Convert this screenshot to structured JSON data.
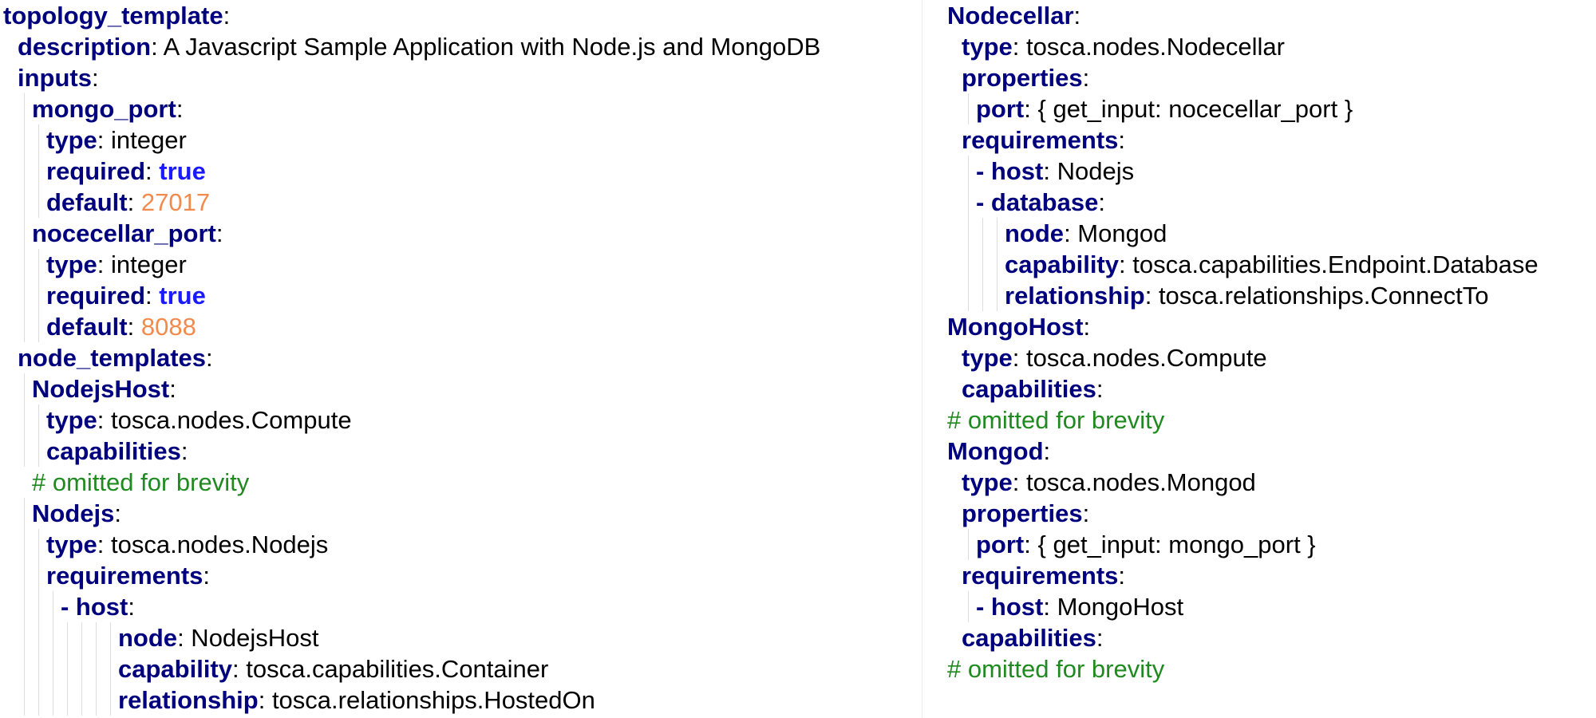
{
  "left_lines": [
    {
      "indent": 0,
      "key": "topology_template",
      "colon": ":"
    },
    {
      "indent": 1,
      "key": "description",
      "colon": ":",
      "value": " A Javascript Sample Application with Node.js and MongoDB"
    },
    {
      "indent": 1,
      "key": "inputs",
      "colon": ":"
    },
    {
      "indent": 2,
      "key": "mongo_port",
      "colon": ":"
    },
    {
      "indent": 3,
      "key": "type",
      "colon": ":",
      "value": " integer"
    },
    {
      "indent": 3,
      "key": "required",
      "colon": ":",
      "value": " true",
      "vtype": "bool"
    },
    {
      "indent": 3,
      "key": "default",
      "colon": ":",
      "value": " 27017",
      "vtype": "num"
    },
    {
      "indent": 2,
      "key": "nocecellar_port",
      "colon": ":"
    },
    {
      "indent": 3,
      "key": "type",
      "colon": ":",
      "value": " integer"
    },
    {
      "indent": 3,
      "key": "required",
      "colon": ":",
      "value": " true",
      "vtype": "bool"
    },
    {
      "indent": 3,
      "key": "default",
      "colon": ":",
      "value": " 8088",
      "vtype": "num"
    },
    {
      "indent": 1,
      "key": "node_templates",
      "colon": ":"
    },
    {
      "indent": 2,
      "key": "NodejsHost",
      "colon": ":"
    },
    {
      "indent": 3,
      "key": "type",
      "colon": ":",
      "value": " tosca.nodes.Compute"
    },
    {
      "indent": 3,
      "key": "capabilities",
      "colon": ":"
    },
    {
      "indent": 2,
      "comment": "# omitted for brevity"
    },
    {
      "indent": 2,
      "key": "Nodejs",
      "colon": ":"
    },
    {
      "indent": 3,
      "key": "type",
      "colon": ":",
      "value": " tosca.nodes.Nodejs"
    },
    {
      "indent": 3,
      "key": "requirements",
      "colon": ":"
    },
    {
      "indent": 4,
      "key": "- host",
      "colon": ":"
    },
    {
      "indent": 8,
      "key": "node",
      "colon": ":",
      "value": " NodejsHost"
    },
    {
      "indent": 8,
      "key": "capability",
      "colon": ":",
      "value": " tosca.capabilities.Container"
    },
    {
      "indent": 8,
      "key": "relationship",
      "colon": ":",
      "value": " tosca.relationships.HostedOn"
    }
  ],
  "right_lines": [
    {
      "indent": 0,
      "key": "Nodecellar",
      "colon": ":"
    },
    {
      "indent": 1,
      "key": "type",
      "colon": ":",
      "value": " tosca.nodes.Nodecellar"
    },
    {
      "indent": 1,
      "key": "properties",
      "colon": ":"
    },
    {
      "indent": 2,
      "key": "port",
      "colon": ":",
      "value": " { get_input: nocecellar_port }"
    },
    {
      "indent": 1,
      "key": "requirements",
      "colon": ":"
    },
    {
      "indent": 2,
      "key": "- host",
      "colon": ":",
      "value": " Nodejs"
    },
    {
      "indent": 2,
      "key": "- database",
      "colon": ":"
    },
    {
      "indent": 4,
      "key": "node",
      "colon": ":",
      "value": " Mongod"
    },
    {
      "indent": 4,
      "key": "capability",
      "colon": ":",
      "value": " tosca.capabilities.Endpoint.Database"
    },
    {
      "indent": 4,
      "key": "relationship",
      "colon": ":",
      "value": " tosca.relationships.ConnectTo"
    },
    {
      "indent": 0,
      "key": "MongoHost",
      "colon": ":"
    },
    {
      "indent": 1,
      "key": "type",
      "colon": ":",
      "value": " tosca.nodes.Compute"
    },
    {
      "indent": 1,
      "key": "capabilities",
      "colon": ":"
    },
    {
      "indent": 0,
      "comment": "# omitted for brevity"
    },
    {
      "indent": 0,
      "key": "Mongod",
      "colon": ":"
    },
    {
      "indent": 1,
      "key": "type",
      "colon": ":",
      "value": " tosca.nodes.Mongod"
    },
    {
      "indent": 1,
      "key": "properties",
      "colon": ":"
    },
    {
      "indent": 2,
      "key": "port",
      "colon": ":",
      "value": " { get_input: mongo_port }"
    },
    {
      "indent": 1,
      "key": "requirements",
      "colon": ":"
    },
    {
      "indent": 2,
      "key": "- host",
      "colon": ":",
      "value": " MongoHost"
    },
    {
      "indent": 1,
      "key": "capabilities",
      "colon": ":"
    },
    {
      "indent": 0,
      "comment": "# omitted for brevity"
    }
  ]
}
